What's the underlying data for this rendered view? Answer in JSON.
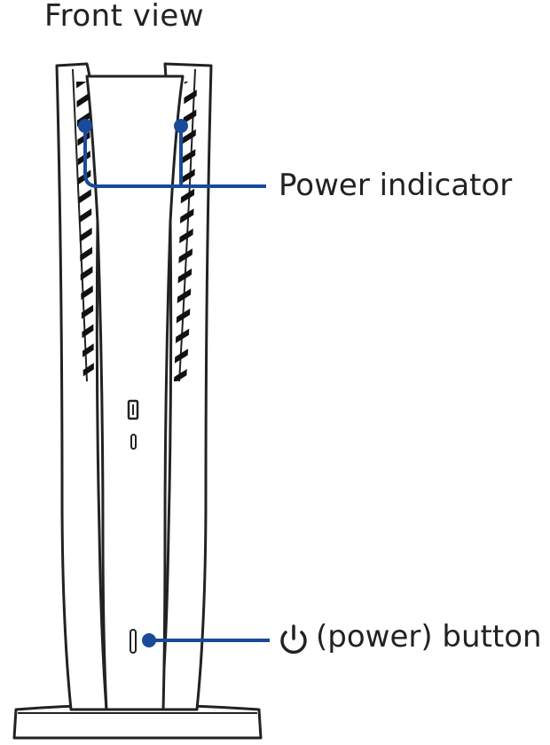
{
  "figure": {
    "title": "Front view"
  },
  "callouts": {
    "power_indicator": "Power indicator",
    "power_button": "(power) button"
  },
  "icons": {
    "power_button_symbol": "power-icon"
  },
  "colors": {
    "callout_line": "#1a4a99",
    "outline": "#222222",
    "text": "#222222"
  }
}
